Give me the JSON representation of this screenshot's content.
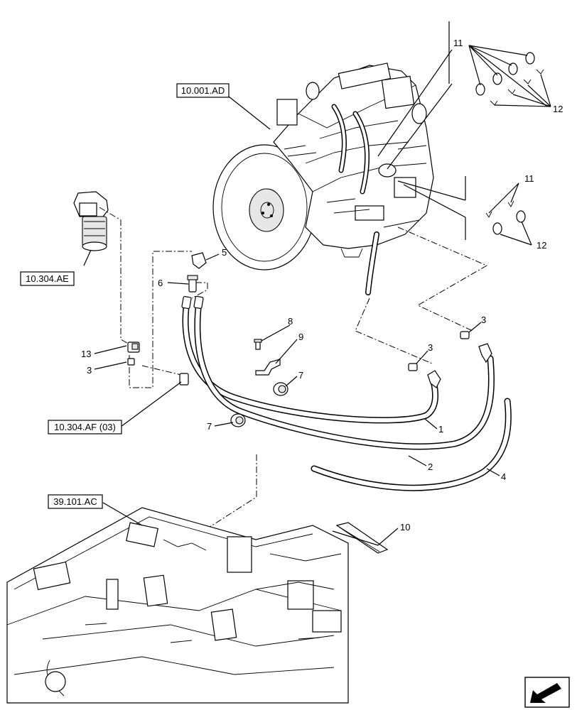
{
  "references": [
    {
      "id": "engine",
      "label": "10.001.AD"
    },
    {
      "id": "filter",
      "label": "10.304.AE"
    },
    {
      "id": "fitting",
      "label": "10.304.AF (03)"
    },
    {
      "id": "frame",
      "label": "39.101.AC"
    }
  ],
  "callouts": {
    "c1": "1",
    "c2": "2",
    "c3a": "3",
    "c3b": "3",
    "c3c": "3",
    "c4": "4",
    "c5": "5",
    "c6": "6",
    "c7a": "7",
    "c7b": "7",
    "c8": "8",
    "c9": "9",
    "c10": "10",
    "c11a": "11",
    "c11b": "11",
    "c12a": "12",
    "c12b": "12",
    "c13": "13"
  },
  "icons": {
    "nav": "direction-arrow-icon"
  }
}
